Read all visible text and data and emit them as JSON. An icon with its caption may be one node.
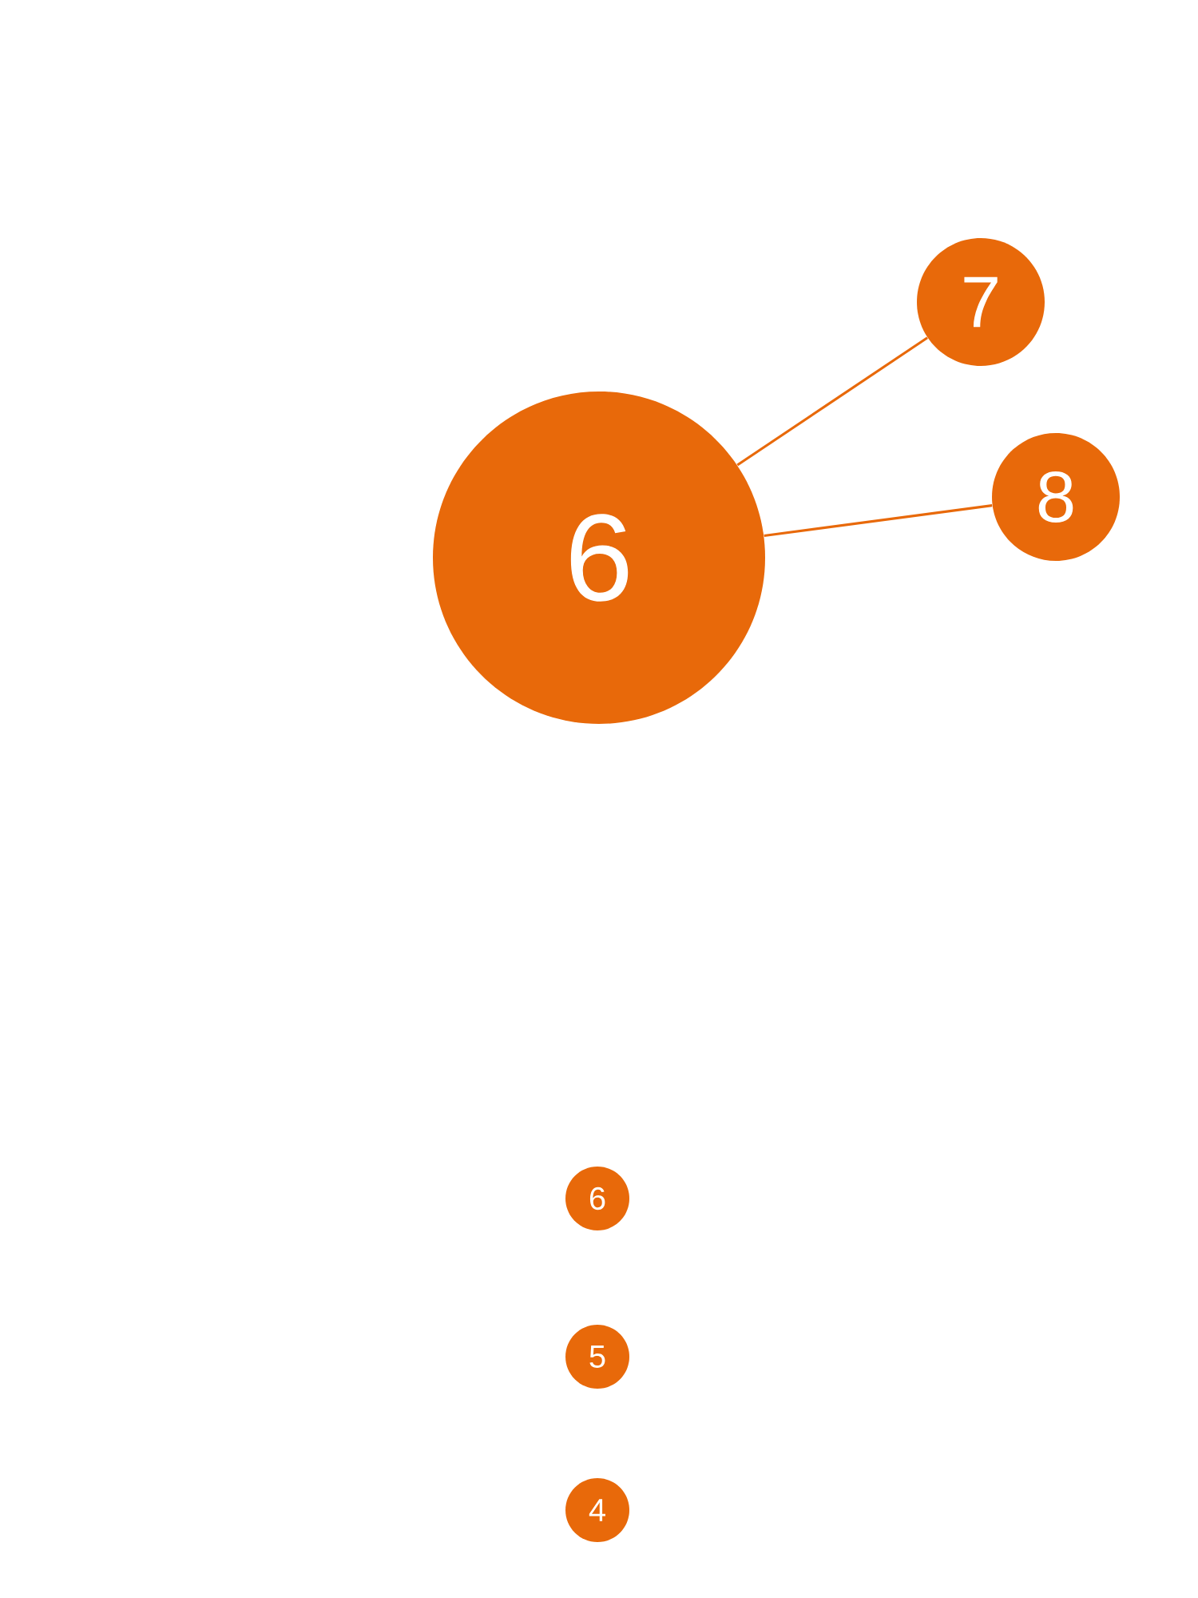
{
  "diagram": {
    "nodes": [
      {
        "text": [
          "6"
        ]
      },
      {
        "text": [
          "7"
        ]
      },
      {
        "text": [
          "8"
        ]
      },
      {
        "text": [
          "6"
        ]
      },
      {
        "text": [
          "5"
        ]
      },
      {
        "text": [
          "4"
        ]
      }
    ],
    "edges": [
      {
        "from": 0,
        "to": 1,
        "arrow": "none"
      },
      {
        "from": 0,
        "to": 2,
        "arrow": "none"
      }
    ]
  }
}
